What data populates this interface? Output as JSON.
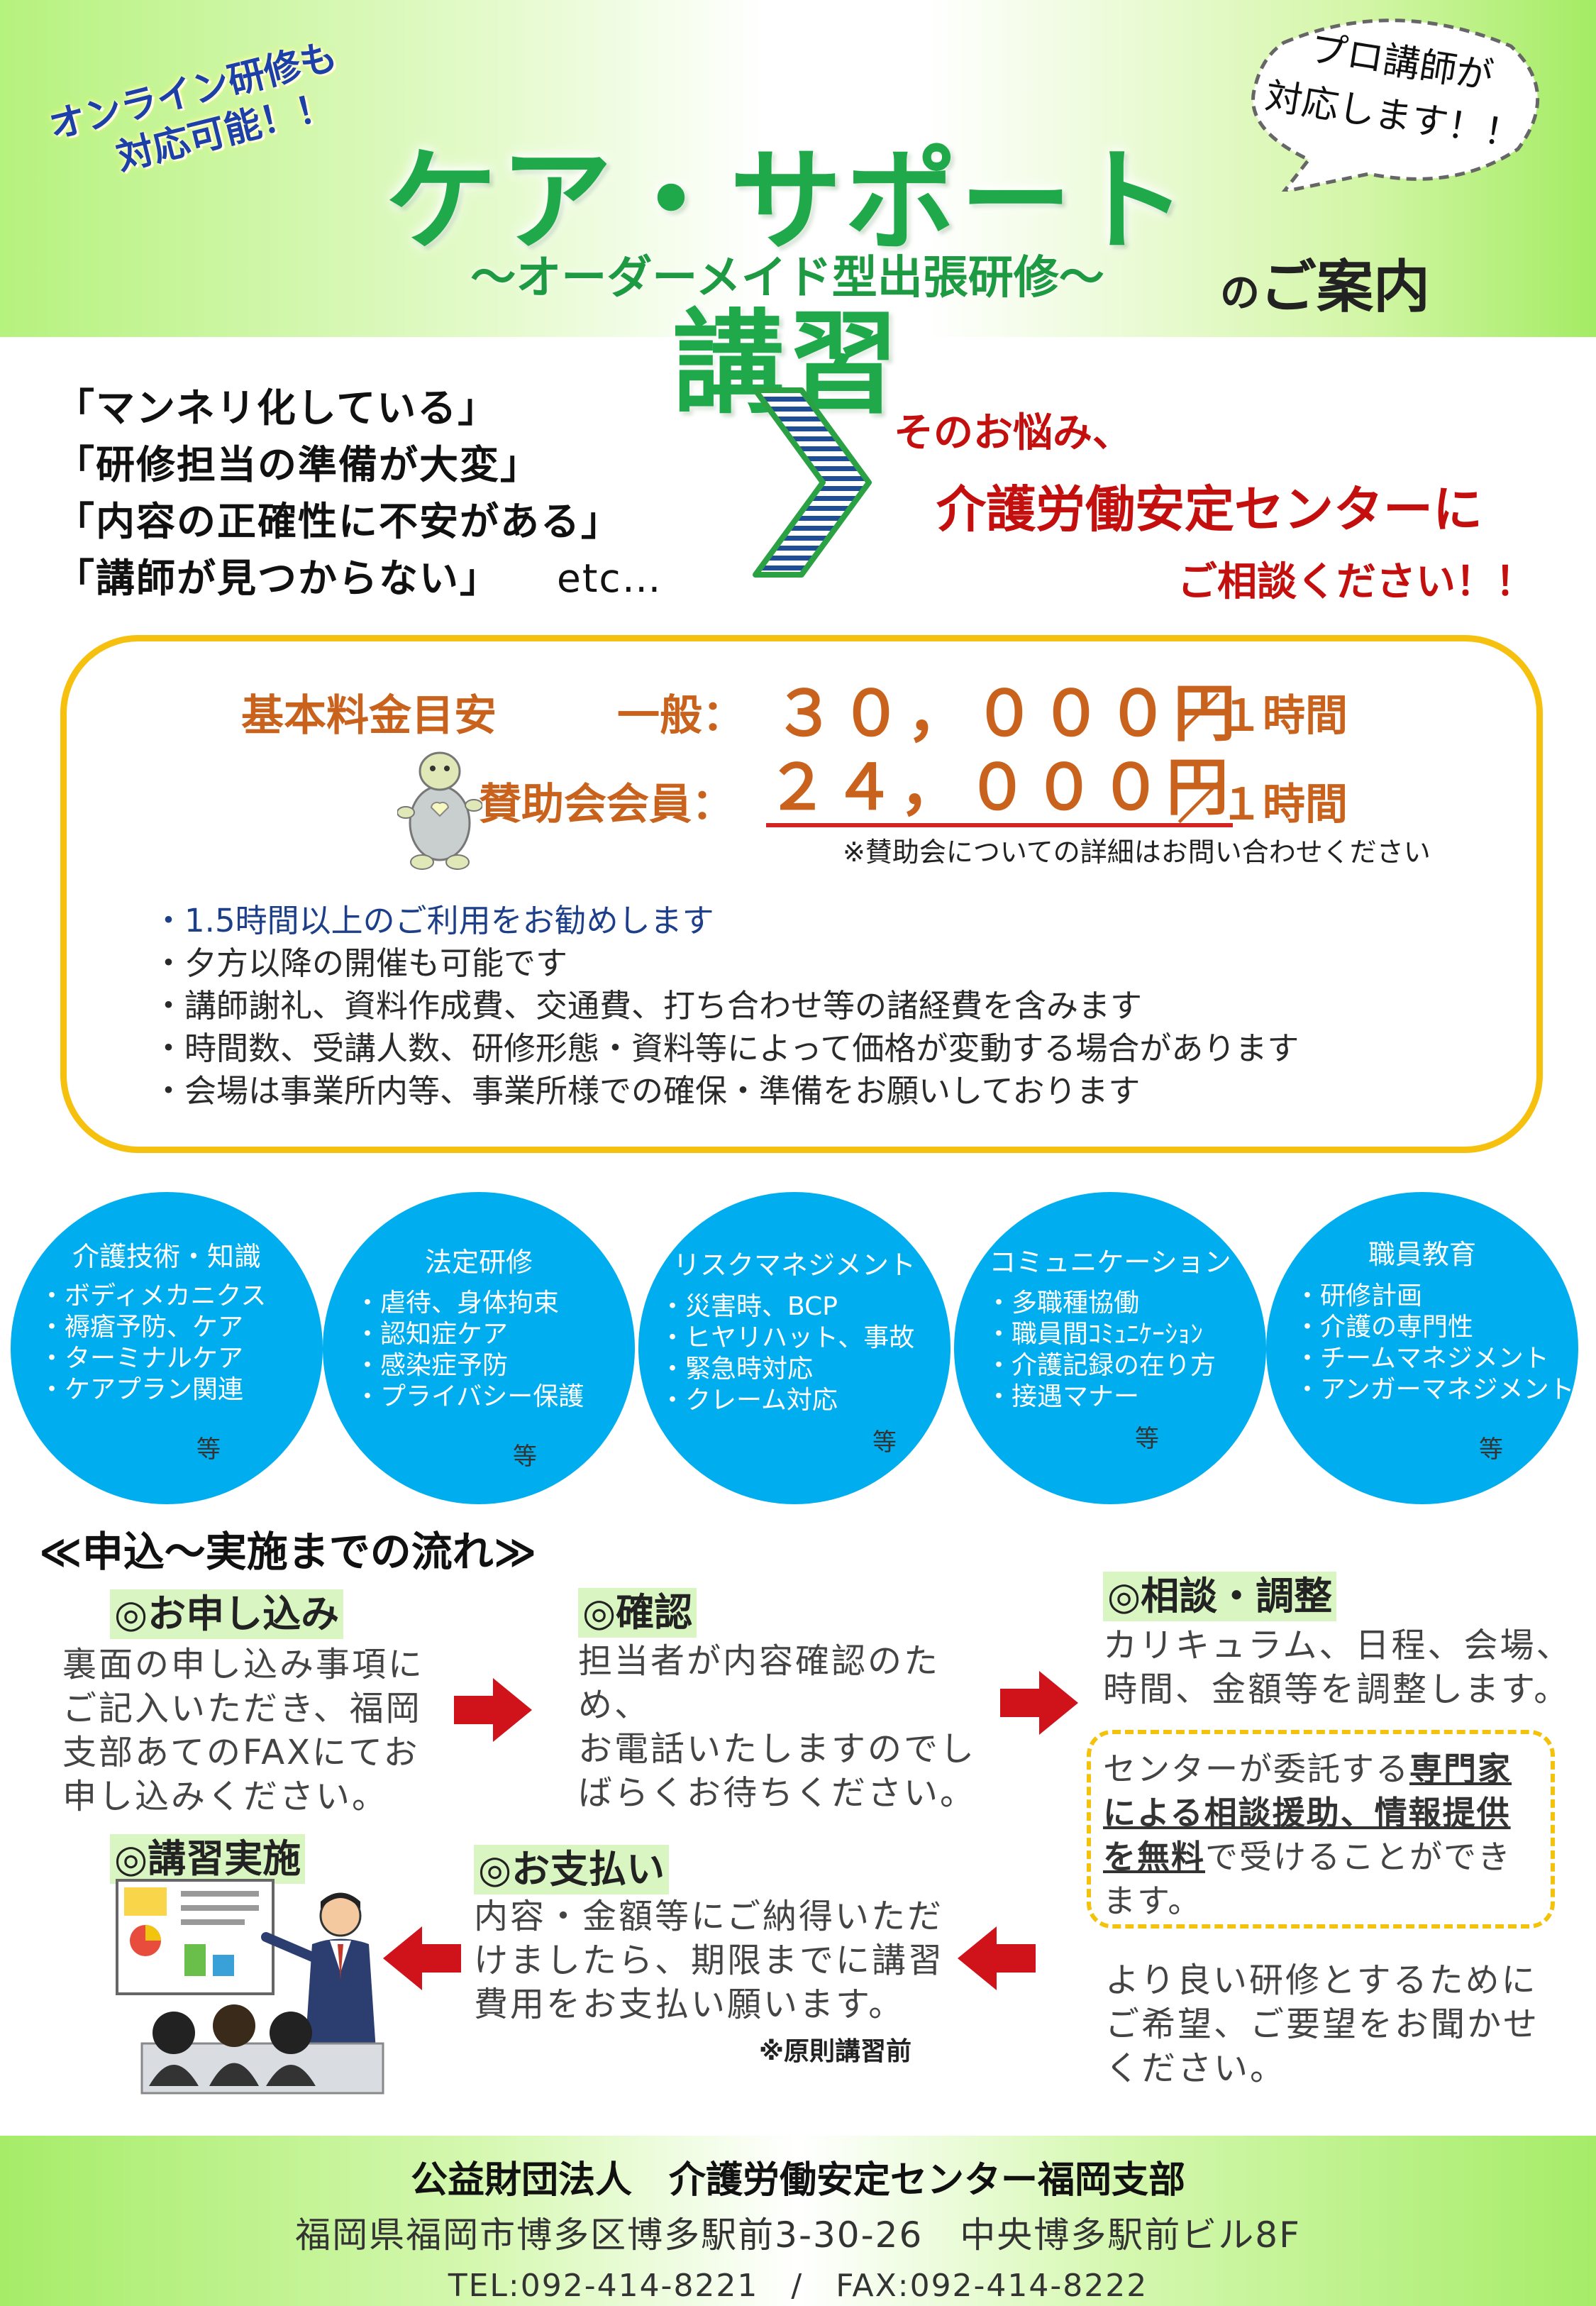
{
  "header": {
    "online_badge": [
      "オンライン研修も",
      "対応可能！！"
    ],
    "title": "ケア・サポート講習",
    "subtitle": "～オーダーメイド型出張研修～",
    "annai_prefix": "の",
    "annai": "ご案内",
    "pro_bubble": [
      "プロ講師が",
      "対応します！！"
    ]
  },
  "worries": {
    "items": [
      "「マンネリ化している」",
      "「研修担当の準備が大変」",
      "「内容の正確性に不安がある」",
      "「講師が見つからない」"
    ],
    "etc": "etc…"
  },
  "consult": {
    "line1": "そのお悩み、",
    "line2": "介護労働安定センターに",
    "line3": "ご相談ください！！"
  },
  "pricing": {
    "basic_label": "基本料金目安",
    "general_label": "一般：",
    "general_price": "３０，０００円",
    "per_hour": "／１時間",
    "member_label": "賛助会会員：",
    "member_price": "２４，０００円",
    "member_note": "※賛助会についての詳細はお問い合わせください",
    "notes": [
      "1.5時間以上のご利用をお勧めします",
      "夕方以降の開催も可能です",
      "講師謝礼、資料作成費、交通費、打ち合わせ等の諸経費を含みます",
      "時間数、受講人数、研修形態・資料等によって価格が変動する場合があります",
      "会場は事業所内等、事業所様での確保・準備をお願いしております"
    ]
  },
  "topics": [
    {
      "title": "介護技術・知識",
      "items": [
        "ボディメカニクス",
        "褥瘡予防、ケア",
        "ターミナルケア",
        "ケアプラン関連"
      ],
      "etc": "等"
    },
    {
      "title": "法定研修",
      "items": [
        "虐待、身体拘束",
        "認知症ケア",
        "感染症予防",
        "プライバシー保護"
      ],
      "etc": "等"
    },
    {
      "title": "リスクマネジメント",
      "items": [
        "災害時、BCP",
        "ヒヤリハット、事故",
        "緊急時対応",
        "クレーム対応"
      ],
      "etc": "等"
    },
    {
      "title": "コミュニケーション",
      "items": [
        "多職種協働",
        "職員間ｺﾐｭﾆｹｰｼｮﾝ",
        "介護記録の在り方",
        "接遇マナー"
      ],
      "etc": "等"
    },
    {
      "title": "職員教育",
      "items": [
        "研修計画",
        "介護の専門性",
        "チームマネジメント",
        "アンガーマネジメント"
      ],
      "etc": "等"
    }
  ],
  "flow": {
    "heading": "≪申込～実施までの流れ≫",
    "steps": [
      {
        "title": "◎お申し込み",
        "body": [
          "裏面の申し込み事項に",
          "ご記入いただき、福岡",
          "支部あてのFAXにてお",
          "申し込みください。"
        ]
      },
      {
        "title": "◎確認",
        "body": [
          "担当者が内容確認のため、",
          "お電話いたしますのでし",
          "ばらくお待ちください。"
        ]
      },
      {
        "title": "◎相談・調整",
        "body": [
          "カリキュラム、日程、会場、",
          "時間、金額等を調整します。"
        ]
      },
      {
        "title": "◎お支払い",
        "body": [
          "内容・金額等にご納得いただ",
          "けましたら、期限までに講習",
          "費用をお支払い願います。"
        ],
        "note": "※原則講習前"
      },
      {
        "title": "◎講習実施"
      }
    ],
    "specialist": {
      "p1": "センターが委託する",
      "u1": "専門家",
      "u2": "による相談援助、情報提供",
      "u3": "を無料",
      "p2": "で受けることができ",
      "p3": "ます。"
    },
    "better": [
      "より良い研修とするために",
      "ご希望、ご要望をお聞かせ",
      "ください。"
    ]
  },
  "footer": {
    "org": "公益財団法人　介護労働安定センター福岡支部",
    "address": "福岡県福岡市博多区博多駅前3-30-26　中央博多駅前ビル8F",
    "contact": "TEL:092-414-8221　/　FAX:092-414-8222"
  },
  "colors": {
    "title_green": "#1fa94a",
    "price_orange": "#c8621c",
    "consult_red": "#c40f0f",
    "circle_blue": "#00adee",
    "box_yellow": "#f5c10e",
    "arrow_red": "#d0121b"
  }
}
